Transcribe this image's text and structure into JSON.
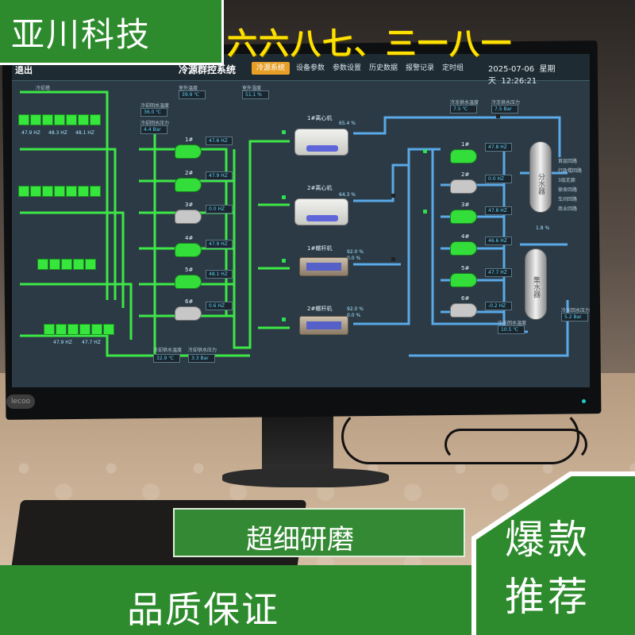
{
  "brand": "亚川科技",
  "slogan": "六六八七、三一八一",
  "promo": "超细研磨",
  "quality": "品质保证",
  "corner_badge": {
    "line1": "爆款",
    "line2": "推荐"
  },
  "monitor_logo": "lecoo",
  "screen": {
    "exit_label": "退出",
    "title": "冷源群控系统",
    "tabs": [
      "冷源系统",
      "设备参数",
      "参数设置",
      "历史数据",
      "报警记录",
      "定时组"
    ],
    "active_tab": "冷源系统",
    "date": "2025-07-06",
    "weekday": "星期天",
    "time": "12:26:21",
    "cooling_tower_label": "冷却塔",
    "top_readings": [
      {
        "label": "室外温度",
        "value": "39.9 ℃"
      },
      {
        "label": "室外湿度",
        "value": "51.1 %"
      }
    ],
    "cooling_return": [
      {
        "label": "冷却回水温度",
        "value": "36.0 ℃"
      },
      {
        "label": "冷却回水压力",
        "value": "4.4 Bar"
      }
    ],
    "cooling_supply": [
      {
        "label": "冷却供水温度",
        "value": "32.9 ℃"
      },
      {
        "label": "冷却供水压力",
        "value": "3.3 Bar"
      }
    ],
    "chilled_supply": [
      {
        "label": "冷冻供水温度",
        "value": "7.5 ℃"
      },
      {
        "label": "冷冻供水压力",
        "value": "7.5 Bar"
      }
    ],
    "chilled_return": [
      {
        "label": "冷冻回水压力",
        "value": "5.2 Bar"
      },
      {
        "label": "冷冻回水温度",
        "value": "10.5 ℃"
      }
    ],
    "tower_freqs": [
      "47.9 HZ",
      "48.3 HZ",
      "48.1 HZ",
      "",
      "",
      "",
      "47.9 HZ",
      "47.7 HZ"
    ],
    "cooling_pumps": [
      {
        "name": "1#",
        "freq": "47.6 HZ",
        "state": "run"
      },
      {
        "name": "2#",
        "freq": "47.9 HZ",
        "state": "run"
      },
      {
        "name": "3#",
        "freq": "0.0 HZ",
        "state": "stop"
      },
      {
        "name": "4#",
        "freq": "47.9 HZ",
        "state": "run"
      },
      {
        "name": "5#",
        "freq": "48.1 HZ",
        "state": "run"
      },
      {
        "name": "6#",
        "freq": "0.6 HZ",
        "state": "stop"
      }
    ],
    "chilled_pumps": [
      {
        "name": "1#",
        "freq": "47.8 HZ",
        "state": "run"
      },
      {
        "name": "2#",
        "freq": "0.0 HZ",
        "state": "stop"
      },
      {
        "name": "3#",
        "freq": "47.8 HZ",
        "state": "run"
      },
      {
        "name": "4#",
        "freq": "46.6 HZ",
        "state": "run"
      },
      {
        "name": "5#",
        "freq": "47.7 HZ",
        "state": "run"
      },
      {
        "name": "6#",
        "freq": "-0.2 HZ",
        "state": "stop"
      }
    ],
    "chillers": [
      {
        "name": "1#离心机",
        "load": "65.4 %",
        "kind": "centrifugal"
      },
      {
        "name": "2#离心机",
        "load": "64.3 %",
        "kind": "centrifugal"
      },
      {
        "name": "1#螺杆机",
        "load": "92.0 %",
        "load2": "0.0 %",
        "kind": "screw"
      },
      {
        "name": "2#螺杆机",
        "load": "92.0 %",
        "load2": "0.0 %",
        "kind": "screw"
      }
    ],
    "splitter_name": "分水器",
    "collector_name": "集水器",
    "bypass_pct": "1.8 %",
    "branches": [
      "首层回路",
      "行政楼回路",
      "3层走廊",
      "宿舍回路",
      "车间回路",
      "商业回路"
    ]
  },
  "colors": {
    "banner_green": "#2d8b2d",
    "slogan_yellow": "#ffe100",
    "pipe_green": "#3de846",
    "pipe_blue": "#5aa9e8",
    "active_tab": "#e79f27"
  }
}
